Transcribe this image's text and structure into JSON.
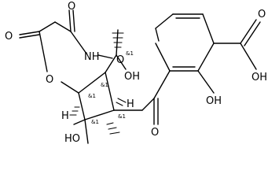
{
  "molecule": {
    "atoms": {
      "o_ketone_top": "O",
      "o_lactone_carbonyl": "O",
      "nh": "NH",
      "o_bridge": "O",
      "oh_bridgehead": "OH",
      "o_ring": "O",
      "h_left": "H",
      "h_mid": "H",
      "oh_lower": "HO",
      "o_ketone_bottom": "O",
      "oh_phenol": "OH",
      "oh_acid": "OH",
      "o_acid_carbonyl": "O"
    },
    "stereo_labels": [
      "&1",
      "&1",
      "&1",
      "&1",
      "&1"
    ]
  }
}
